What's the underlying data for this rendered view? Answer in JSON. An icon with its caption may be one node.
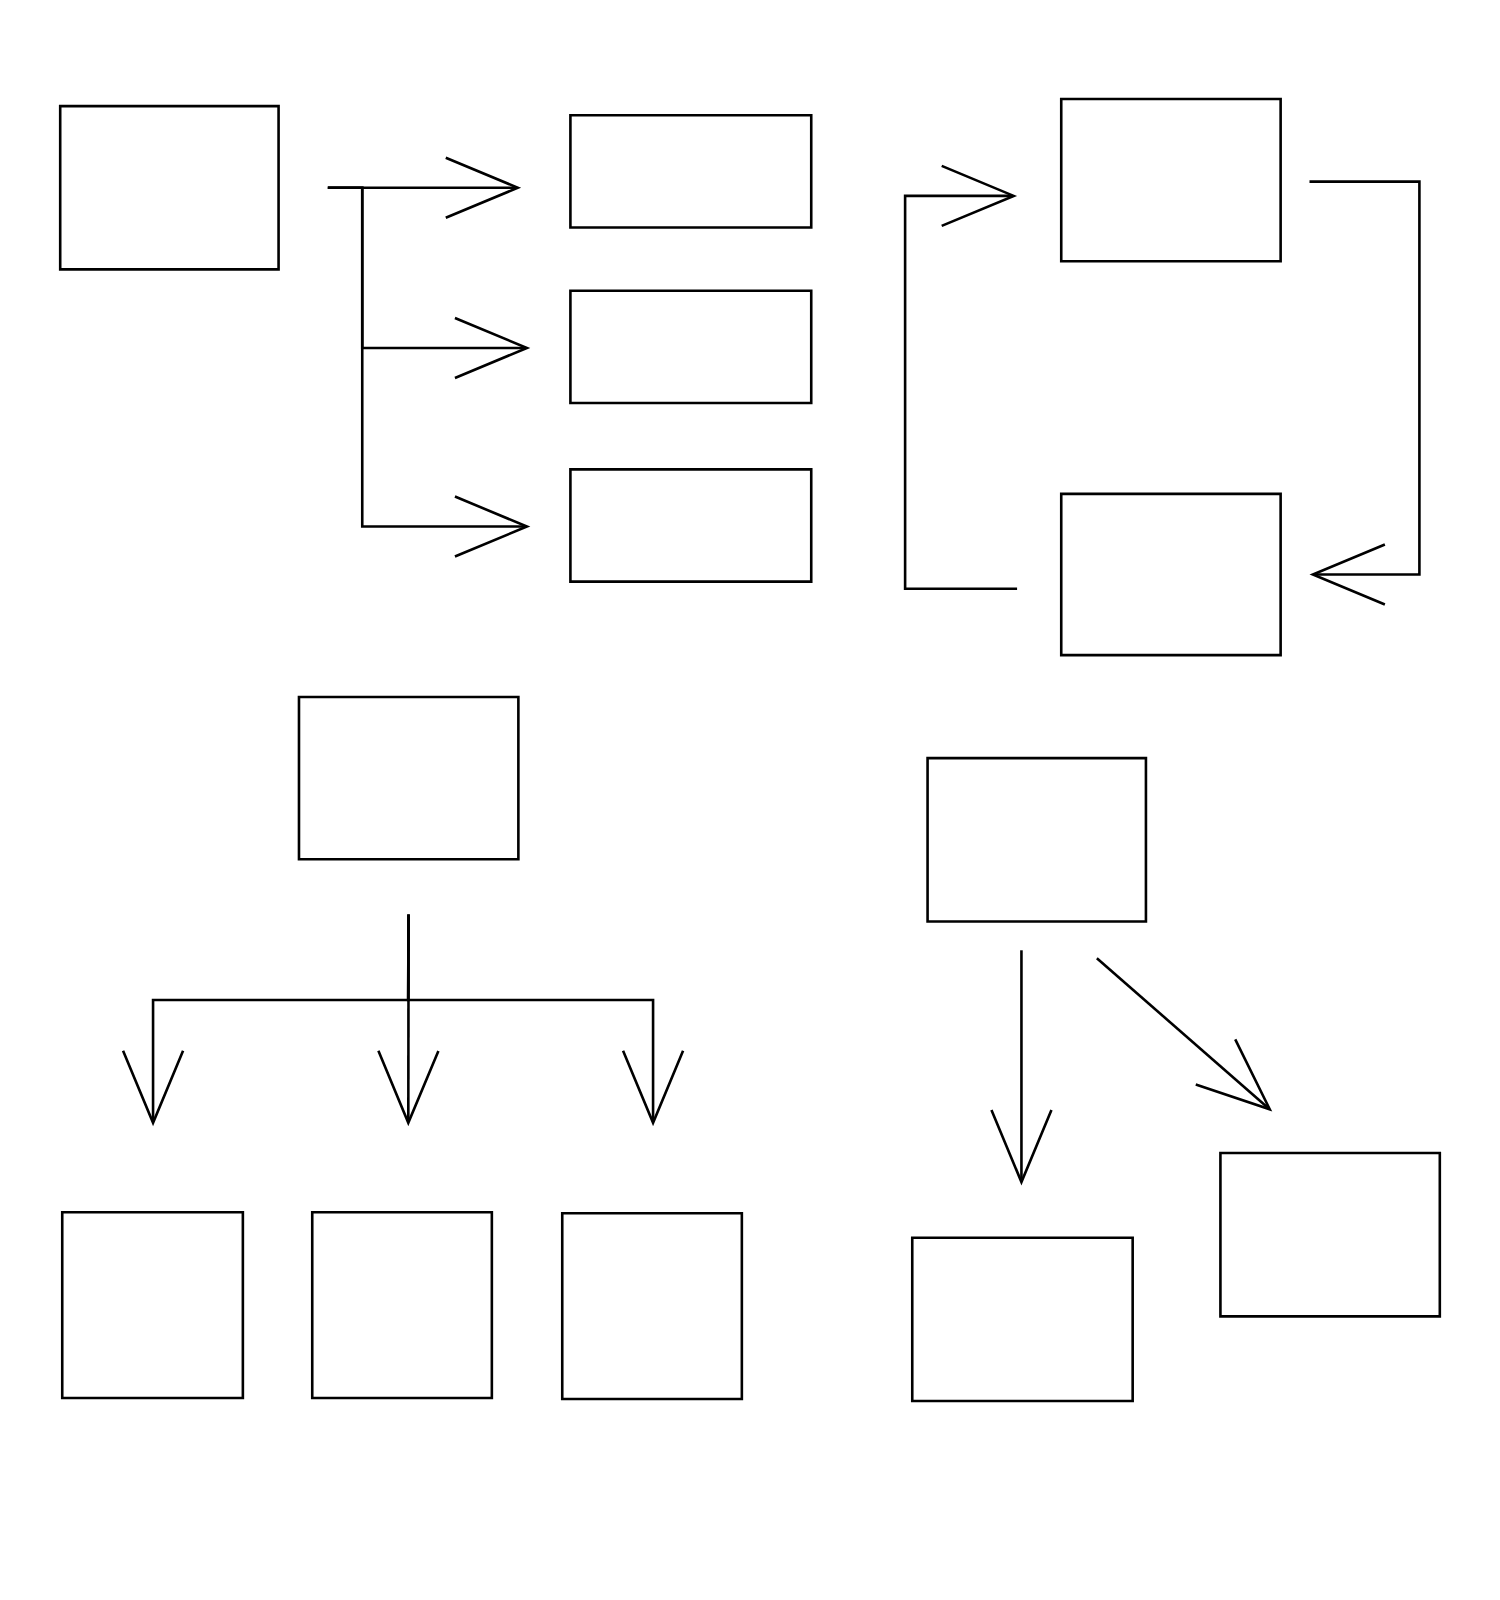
{
  "diagram": {
    "nodes": [
      {
        "text": [],
        "shape": "box"
      },
      {
        "text": [],
        "shape": "box"
      },
      {
        "text": [],
        "shape": "box"
      },
      {
        "text": [],
        "shape": "box"
      },
      {
        "text": [],
        "shape": "box"
      },
      {
        "text": [],
        "shape": "box"
      },
      {
        "text": [],
        "shape": "box"
      },
      {
        "text": [],
        "shape": "box"
      },
      {
        "text": [],
        "shape": "box"
      },
      {
        "text": [],
        "shape": "box"
      },
      {
        "text": [],
        "shape": "box"
      },
      {
        "text": [],
        "shape": "box"
      },
      {
        "text": [],
        "shape": "box"
      }
    ],
    "edges": [
      {
        "from": 0,
        "to": 1,
        "arrow": "to"
      },
      {
        "from": 0,
        "to": 2,
        "arrow": "to"
      },
      {
        "from": 0,
        "to": 3,
        "arrow": "to"
      },
      {
        "from": 5,
        "to": 4,
        "arrow": "to"
      },
      {
        "from": 4,
        "to": 5,
        "arrow": "to"
      },
      {
        "from": 6,
        "to": 8,
        "arrow": "to"
      },
      {
        "from": 6,
        "to": 9,
        "arrow": "to"
      },
      {
        "from": 6,
        "to": 10,
        "arrow": "to"
      },
      {
        "from": 7,
        "to": 11,
        "arrow": "to"
      },
      {
        "from": 7,
        "to": 12,
        "arrow": "to"
      }
    ]
  }
}
